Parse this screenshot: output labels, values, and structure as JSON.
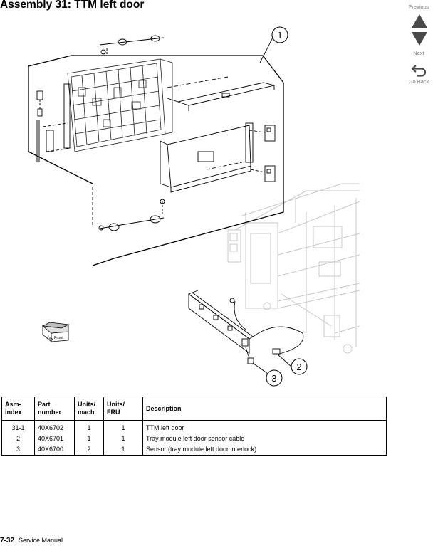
{
  "header": {
    "title": "Assembly 31:  TTM left door"
  },
  "nav": {
    "previous": "Previous",
    "next": "Next",
    "go_back": "Go Back"
  },
  "diagram": {
    "callouts": [
      "1",
      "2",
      "3"
    ],
    "orientation_label": {
      "left": "Left",
      "front": "Front"
    }
  },
  "table": {
    "headers": {
      "asm_index_1": "Asm-",
      "asm_index_2": "index",
      "part_number_1": "Part",
      "part_number_2": "number",
      "units_mach_1": "Units/",
      "units_mach_2": "mach",
      "units_fru_1": "Units/",
      "units_fru_2": "FRU",
      "description": "Description"
    },
    "rows": [
      {
        "asm_index": "31-1",
        "part_number": "40X6702",
        "units_mach": "1",
        "units_fru": "1",
        "description": "TTM left door"
      },
      {
        "asm_index": "2",
        "part_number": "40X6701",
        "units_mach": "1",
        "units_fru": "1",
        "description": "Tray module left door sensor cable"
      },
      {
        "asm_index": "3",
        "part_number": "40X6700",
        "units_mach": "2",
        "units_fru": "1",
        "description": "Sensor (tray module left door interlock)"
      }
    ]
  },
  "footer": {
    "page_number": "7-32",
    "manual": "Service Manual"
  }
}
